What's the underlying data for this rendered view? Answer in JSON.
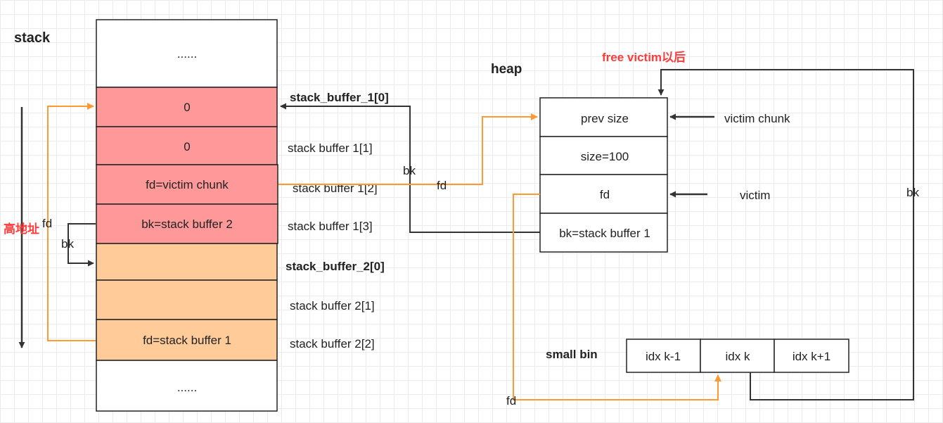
{
  "stack": {
    "title": "stack",
    "top_ellipsis": "......",
    "bottom_ellipsis": "......",
    "address_label": "高地址",
    "cells": [
      {
        "text": "0",
        "label": "stack_buffer_1[0]",
        "label_bold": true
      },
      {
        "text": "0",
        "label": "stack buffer 1[1]",
        "label_bold": false
      },
      {
        "text": "fd=victim chunk",
        "label": "stack buffer 1[2]",
        "label_bold": false
      },
      {
        "text": "bk=stack buffer 2",
        "label": "stack buffer 1[3]",
        "label_bold": false
      },
      {
        "text": "",
        "label": "stack_buffer_2[0]",
        "label_bold": true
      },
      {
        "text": "",
        "label": "stack buffer 2[1]",
        "label_bold": false
      },
      {
        "text": "fd=stack buffer 1",
        "label": "stack buffer 2[2]",
        "label_bold": false
      }
    ]
  },
  "heap": {
    "title": "heap",
    "annotation": "free victim以后",
    "cells": [
      "prev size",
      "size=100",
      "fd",
      "bk=stack buffer 1"
    ],
    "pointer_victim_chunk": "victim chunk",
    "pointer_victim": "victim"
  },
  "small_bin": {
    "title": "small bin",
    "cells": [
      "idx k-1",
      "idx k",
      "idx k+1"
    ]
  },
  "edge_labels": {
    "fd_stack_left": "fd",
    "bk_stack_left": "bk",
    "bk_center": "bk",
    "fd_center": "fd",
    "bk_right": "bk",
    "fd_bottom": "fd"
  },
  "colors": {
    "red_cell": "#ff9999",
    "orange_cell": "#ffcc99",
    "orange_line": "#ff9933",
    "dark_line": "#333333",
    "accent_text": "#ff3b3b"
  }
}
